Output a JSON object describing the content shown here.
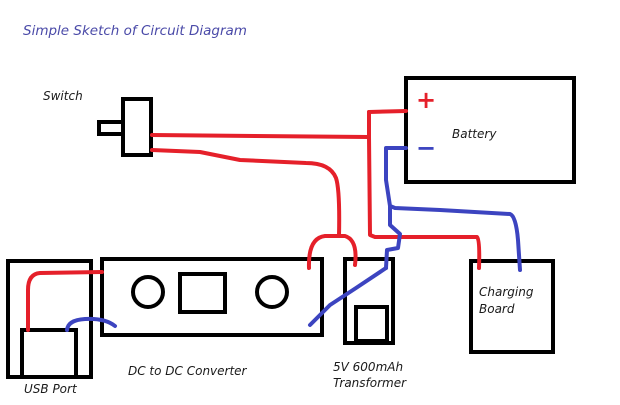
{
  "title": "Simple Sketch of Circuit Diagram",
  "colors": {
    "title": "#4a4aa8",
    "positive_wire": "#e5202a",
    "negative_wire": "#3c44c0",
    "outline": "#000000"
  },
  "components": {
    "switch": {
      "label": "Switch"
    },
    "battery": {
      "label": "Battery",
      "positive_symbol": "+",
      "negative_symbol": "−"
    },
    "usb_port": {
      "label": "USB Port"
    },
    "dc_converter": {
      "label": "DC to DC Converter"
    },
    "transformer": {
      "label_line1": "5V 600mAh",
      "label_line2": "Transformer"
    },
    "charging_board": {
      "label_line1": "Charging",
      "label_line2": "Board"
    }
  }
}
